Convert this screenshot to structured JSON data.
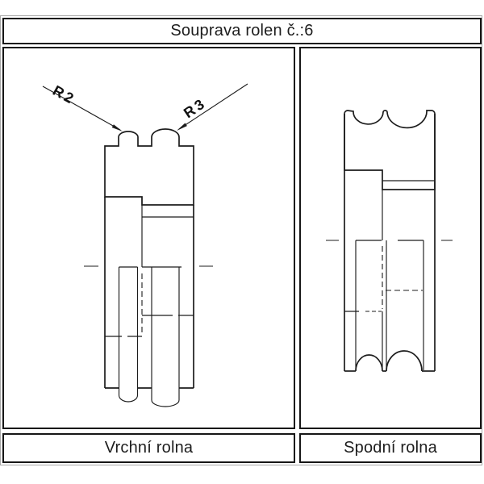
{
  "header": {
    "title": "Souprava rolen č.:6"
  },
  "panels": [
    {
      "id": "upper",
      "caption": "Vrchní rolna",
      "labels": {
        "r2": "R2",
        "r3": "R3"
      }
    },
    {
      "id": "lower",
      "caption": "Spodní rolna"
    }
  ],
  "colors": {
    "background": "#ffffff",
    "line": "#1c1c1c",
    "cell_border": "#161616",
    "outer_border": "#a8a8a8",
    "text": "#1d1d1d"
  }
}
